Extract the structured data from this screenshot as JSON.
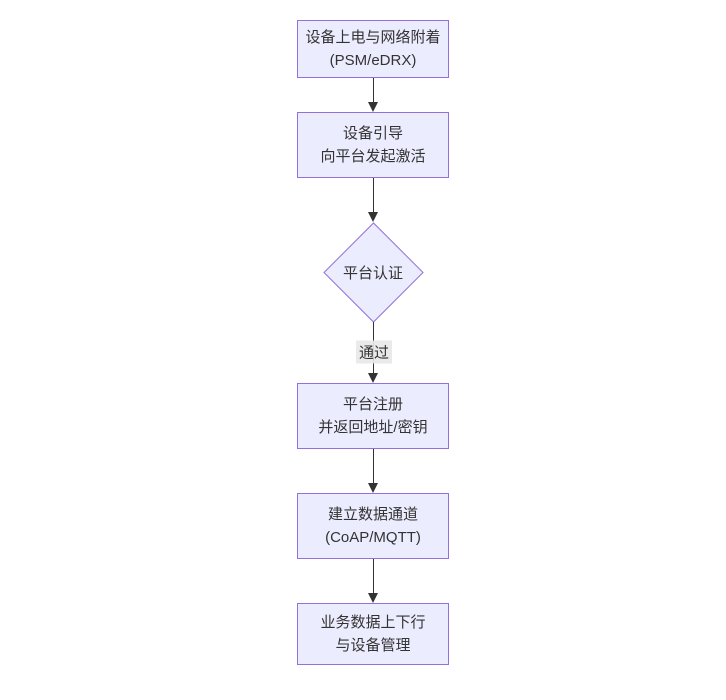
{
  "diagram": {
    "type": "flowchart",
    "direction": "top-down",
    "nodes": [
      {
        "id": "n1",
        "shape": "rect",
        "lines": [
          "设备上电与网络附着",
          "(PSM/eDRX)"
        ]
      },
      {
        "id": "n2",
        "shape": "rect",
        "lines": [
          "设备引导",
          "向平台发起激活"
        ]
      },
      {
        "id": "n3",
        "shape": "diamond",
        "lines": [
          "平台认证"
        ]
      },
      {
        "id": "n4",
        "shape": "rect",
        "lines": [
          "平台注册",
          "并返回地址/密钥"
        ]
      },
      {
        "id": "n5",
        "shape": "rect",
        "lines": [
          "建立数据通道",
          "(CoAP/MQTT)"
        ]
      },
      {
        "id": "n6",
        "shape": "rect",
        "lines": [
          "业务数据上下行",
          "与设备管理"
        ]
      }
    ],
    "edges": [
      {
        "from": "n1",
        "to": "n2",
        "label": ""
      },
      {
        "from": "n2",
        "to": "n3",
        "label": ""
      },
      {
        "from": "n3",
        "to": "n4",
        "label": "通过"
      },
      {
        "from": "n4",
        "to": "n5",
        "label": ""
      },
      {
        "from": "n5",
        "to": "n6",
        "label": ""
      }
    ],
    "colors": {
      "node_fill": "#ECECFF",
      "node_border": "#9370DB",
      "text": "#333333",
      "arrow": "#333333",
      "edge_label_bg": "#E8E8E8",
      "background": "#FFFFFF"
    }
  }
}
